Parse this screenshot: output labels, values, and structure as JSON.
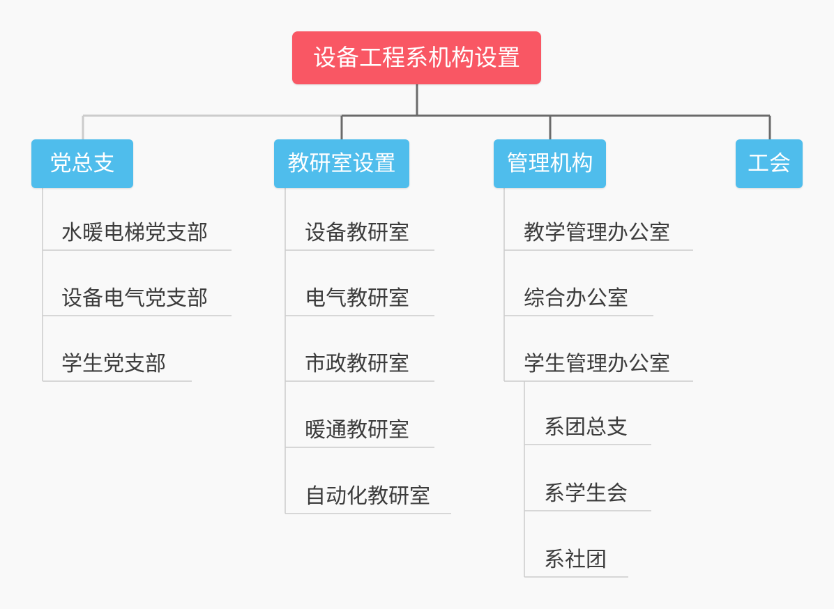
{
  "root": {
    "label": "设备工程系机构设置"
  },
  "branches": [
    {
      "label": "党总支",
      "items": [
        {
          "label": "水暖电梯党支部"
        },
        {
          "label": "设备电气党支部"
        },
        {
          "label": "学生党支部"
        }
      ]
    },
    {
      "label": "教研室设置",
      "items": [
        {
          "label": "设备教研室"
        },
        {
          "label": "电气教研室"
        },
        {
          "label": "市政教研室"
        },
        {
          "label": "暖通教研室"
        },
        {
          "label": "自动化教研室"
        }
      ]
    },
    {
      "label": "管理机构",
      "items": [
        {
          "label": "教学管理办公室"
        },
        {
          "label": "综合办公室"
        },
        {
          "label": "学生管理办公室",
          "children": [
            {
              "label": "系团总支"
            },
            {
              "label": "系学生会"
            },
            {
              "label": "系社团"
            }
          ]
        }
      ]
    },
    {
      "label": "工会",
      "items": []
    }
  ],
  "colors": {
    "root_fill": "#f95764",
    "branch_fill": "#4fbdec",
    "connector_dark": "#6a6a6a",
    "connector_light": "#cccccc",
    "leaf_text": "#3c3c3c",
    "background": "#f9f9f9"
  }
}
